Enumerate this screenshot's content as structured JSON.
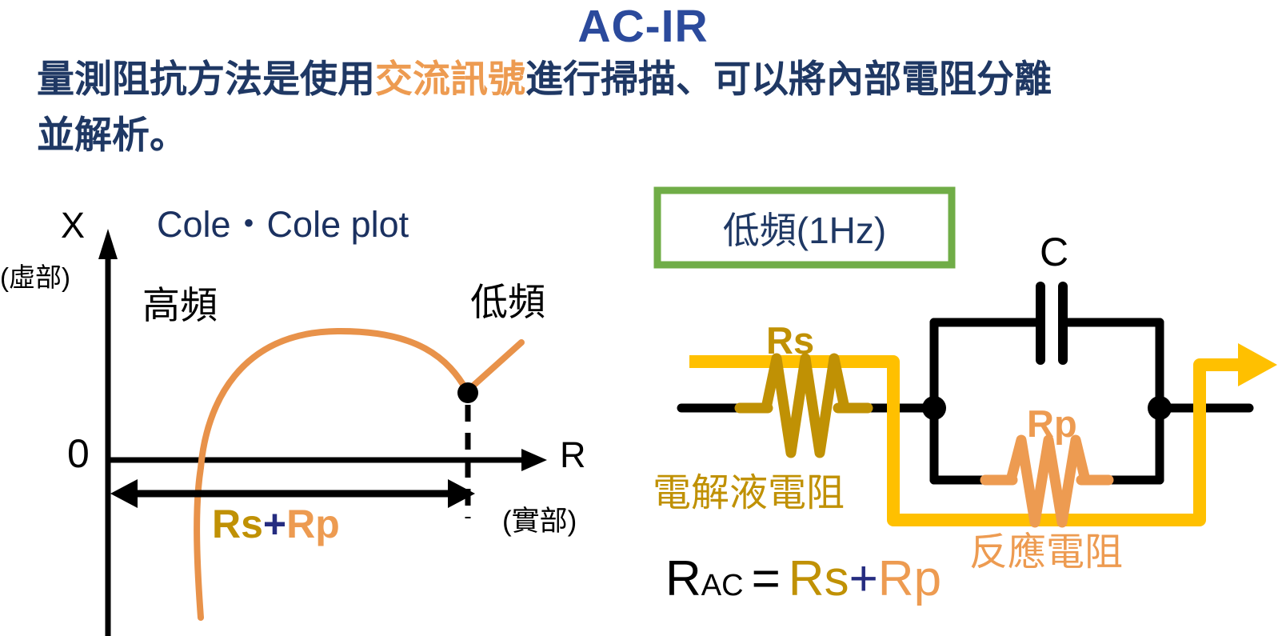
{
  "slide": {
    "title": "AC-IR",
    "body_line1_pre": "量測阻抗方法是使用",
    "body_line1_highlight": "交流訊號",
    "body_line1_post": "進行掃描、可以將內部電阻分離",
    "body_line2": "並解析。"
  },
  "cole_plot": {
    "title": "Cole・Cole plot",
    "y_axis_label": "X",
    "y_axis_sub_label": "(虛部)",
    "x_axis_label": "R",
    "x_axis_sub_label": "(實部)",
    "origin_label": "0",
    "high_freq_label": "高頻",
    "low_freq_label": "低頻",
    "span_rs": "Rs",
    "span_plus": "+",
    "span_rp": "Rp"
  },
  "circuit": {
    "freq_box_label": "低頻(1Hz)",
    "capacitor_label": "C",
    "rs_label": "Rs",
    "rp_label": "Rp",
    "rs_name": "電解液電阻",
    "rp_name": "反應電阻",
    "formula_lhs": "R",
    "formula_lhs_sub": "AC",
    "formula_equals": "=",
    "formula_rs": "Rs",
    "formula_plus": "+",
    "formula_rp": "Rp"
  },
  "colors": {
    "title_blue": "#2B4A9C",
    "body_navy": "#1F3864",
    "plot_title_navy": "#1B3160",
    "plus_navy": "#252C80",
    "orange": "#ED9B51",
    "curve_orange": "#E8924A",
    "gold": "#C09104",
    "bright_yellow": "#FFC000",
    "green_box": "#70AD47",
    "black": "#000000"
  }
}
